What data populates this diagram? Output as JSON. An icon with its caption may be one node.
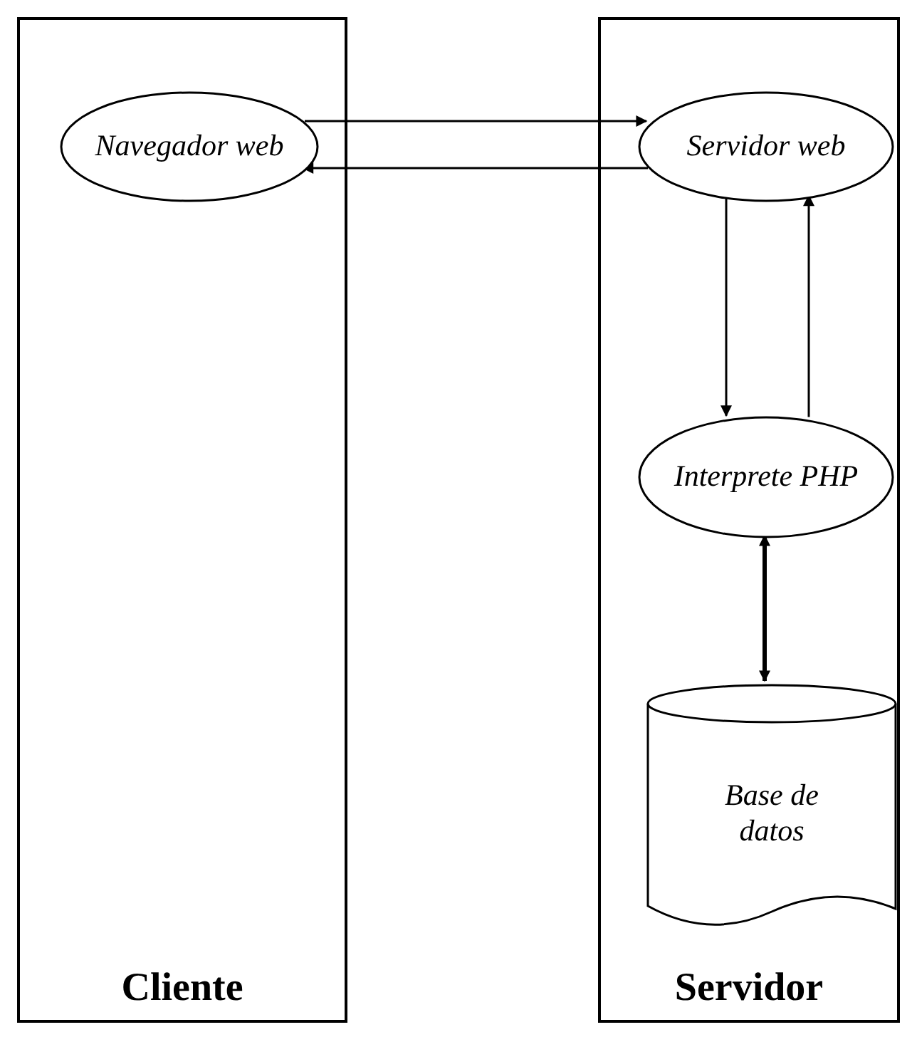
{
  "diagram": {
    "nodes": [
      {
        "text": [
          "Cliente"
        ]
      },
      {
        "text": [
          "Navegador web"
        ],
        "in": 0
      },
      {
        "text": [
          "Servidor"
        ]
      },
      {
        "text": [
          "Servidor web"
        ],
        "in": 2
      },
      {
        "text": [
          "Interprete PHP"
        ],
        "in": 2
      },
      {
        "text": [
          "Base de datos"
        ],
        "in": 2
      }
    ],
    "edges": [
      {
        "from": 1,
        "to": 3,
        "arrow": "to"
      },
      {
        "from": 3,
        "to": 1,
        "arrow": "to"
      },
      {
        "from": 3,
        "to": 4,
        "arrow": "to"
      },
      {
        "from": 4,
        "to": 3,
        "arrow": "to"
      },
      {
        "from": 4,
        "to": 5,
        "arrow": "both",
        "style": "thick"
      }
    ]
  }
}
